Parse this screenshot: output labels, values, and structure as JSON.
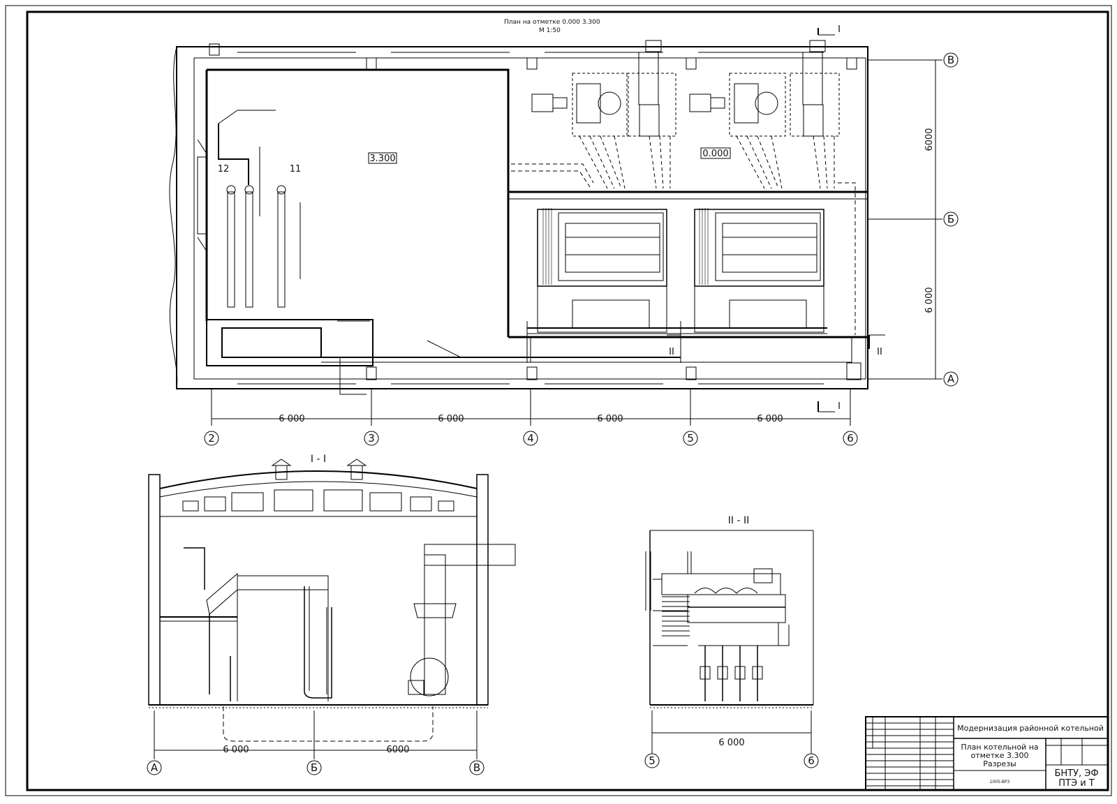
{
  "plan": {
    "top_note_line1": "План на отметке 0.000 3.300",
    "top_note_line2": "М 1:50",
    "elevation_left": "3.300",
    "elevation_right": "0.000",
    "section_cut_i": "I",
    "section_cut_ii": "II",
    "callout_12": "12",
    "callout_11": "11",
    "axes_horizontal": [
      "2",
      "3",
      "4",
      "5",
      "6"
    ],
    "axes_vertical": [
      "В",
      "Б",
      "А"
    ],
    "dims_horizontal": [
      "6 000",
      "6 000",
      "6 000",
      "6 000"
    ],
    "dims_vertical": [
      "6000",
      "6 000"
    ]
  },
  "section_1": {
    "title": "I - I",
    "axes": [
      "А",
      "Б",
      "В"
    ],
    "dims": [
      "6 000",
      "6000"
    ]
  },
  "section_2": {
    "title": "II - II",
    "axes": [
      "5",
      "6"
    ],
    "dims": [
      "6 000"
    ]
  },
  "title_block": {
    "project": "Модернизация районной котельной",
    "sheet_title_line1": "План котельной на",
    "sheet_title_line2": "отметке 3.300",
    "sheet_title_line3": "Разрезы",
    "org_line1": "БНТУ, ЭФ",
    "org_line2": "ПТЭ и Т",
    "doc_code": "1005-ВР3"
  }
}
